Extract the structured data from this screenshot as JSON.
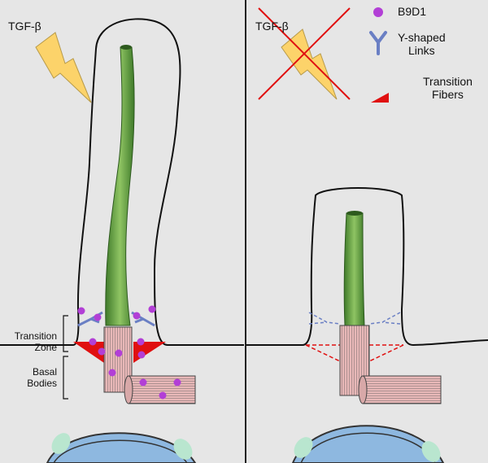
{
  "left_panel": {
    "signal_label": "TGF-β"
  },
  "right_panel": {
    "signal_label": "TGF-β"
  },
  "legend": {
    "items": [
      {
        "label": "B9D1",
        "symbol": "purple-dot",
        "color": "#b23fd6"
      },
      {
        "label_line1": "Y-shaped",
        "label_line2": "Links",
        "symbol": "y-link",
        "color": "#6a7fc4"
      },
      {
        "label_line1": "Transition",
        "label_line2": "Fibers",
        "symbol": "red-triangle",
        "color": "#e01010"
      }
    ]
  },
  "side_labels": {
    "transition_zone_line1": "Transition",
    "transition_zone_line2": "Zone",
    "basal_bodies_line1": "Basal",
    "basal_bodies_line2": "Bodies"
  },
  "colors": {
    "background": "#e6e6e6",
    "axoneme": "#6fa84a",
    "basal_body": "#e8b8b8",
    "lightning": "#fcd36a",
    "nucleus": "#8eb8e0",
    "pore": "#b9e6cf"
  }
}
